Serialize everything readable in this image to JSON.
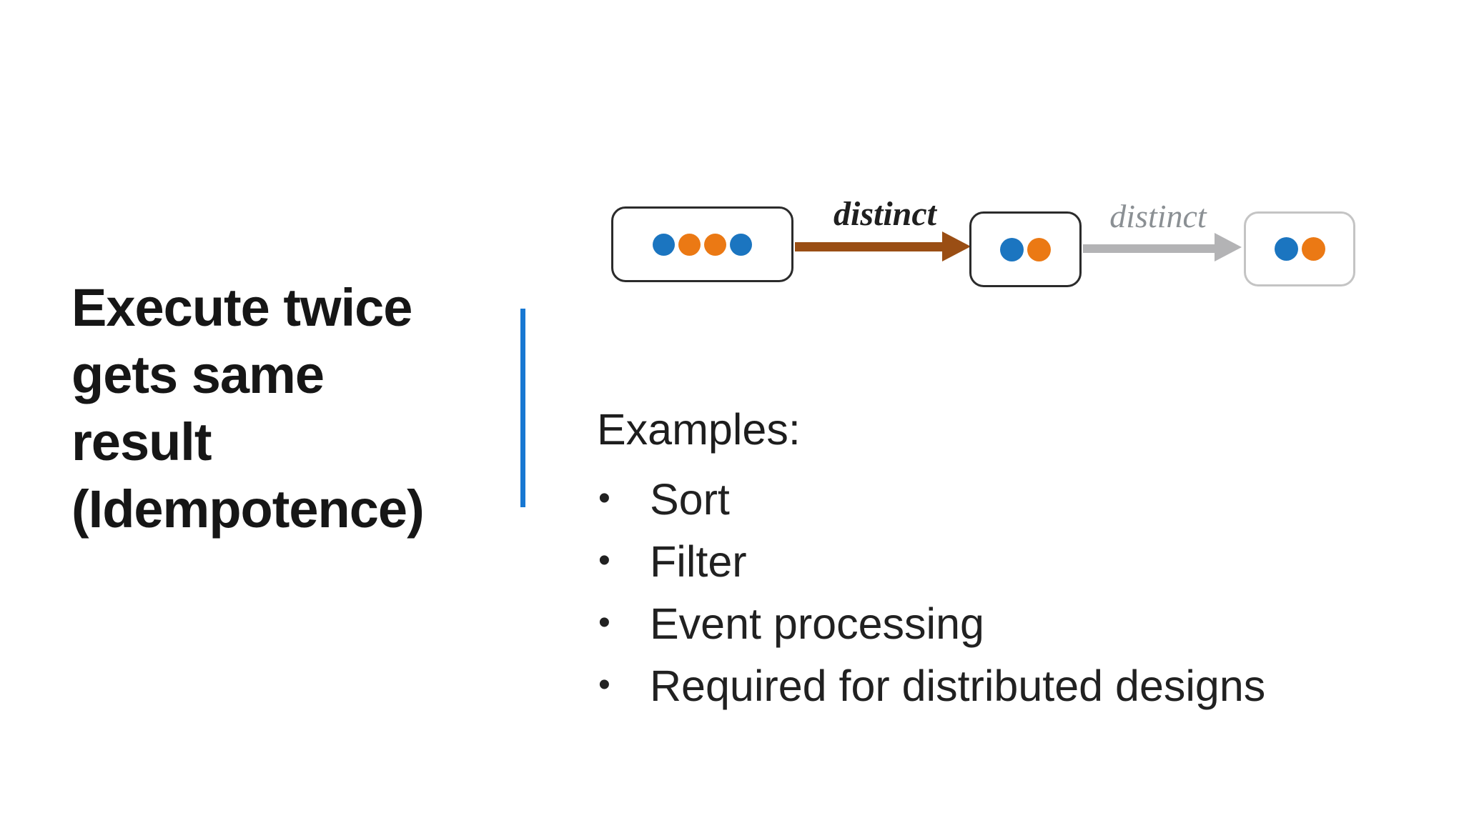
{
  "slide": {
    "title": "Execute twice\ngets same\nresult\n(Idempotence)",
    "divider_color": "#1878D2"
  },
  "diagram": {
    "palette": {
      "blue": "#1B75C0",
      "orange": "#EB7914"
    },
    "boxes": [
      {
        "dots": [
          "blue",
          "orange",
          "orange",
          "blue"
        ],
        "border_color": "#2B2B2B"
      },
      {
        "dots": [
          "blue",
          "orange"
        ],
        "border_color": "#2B2B2B"
      },
      {
        "dots": [
          "blue",
          "orange"
        ],
        "border_color": "#C4C4C4"
      }
    ],
    "arrows": [
      {
        "label": "distinct",
        "color": "#9A4E14",
        "label_color": "#1F1F1F"
      },
      {
        "label": "distinct",
        "color": "#B3B3B5",
        "label_color": "#8B9094"
      }
    ]
  },
  "examples": {
    "heading": "Examples:",
    "items": [
      "Sort",
      "Filter",
      "Event processing",
      "Required for distributed designs"
    ]
  }
}
